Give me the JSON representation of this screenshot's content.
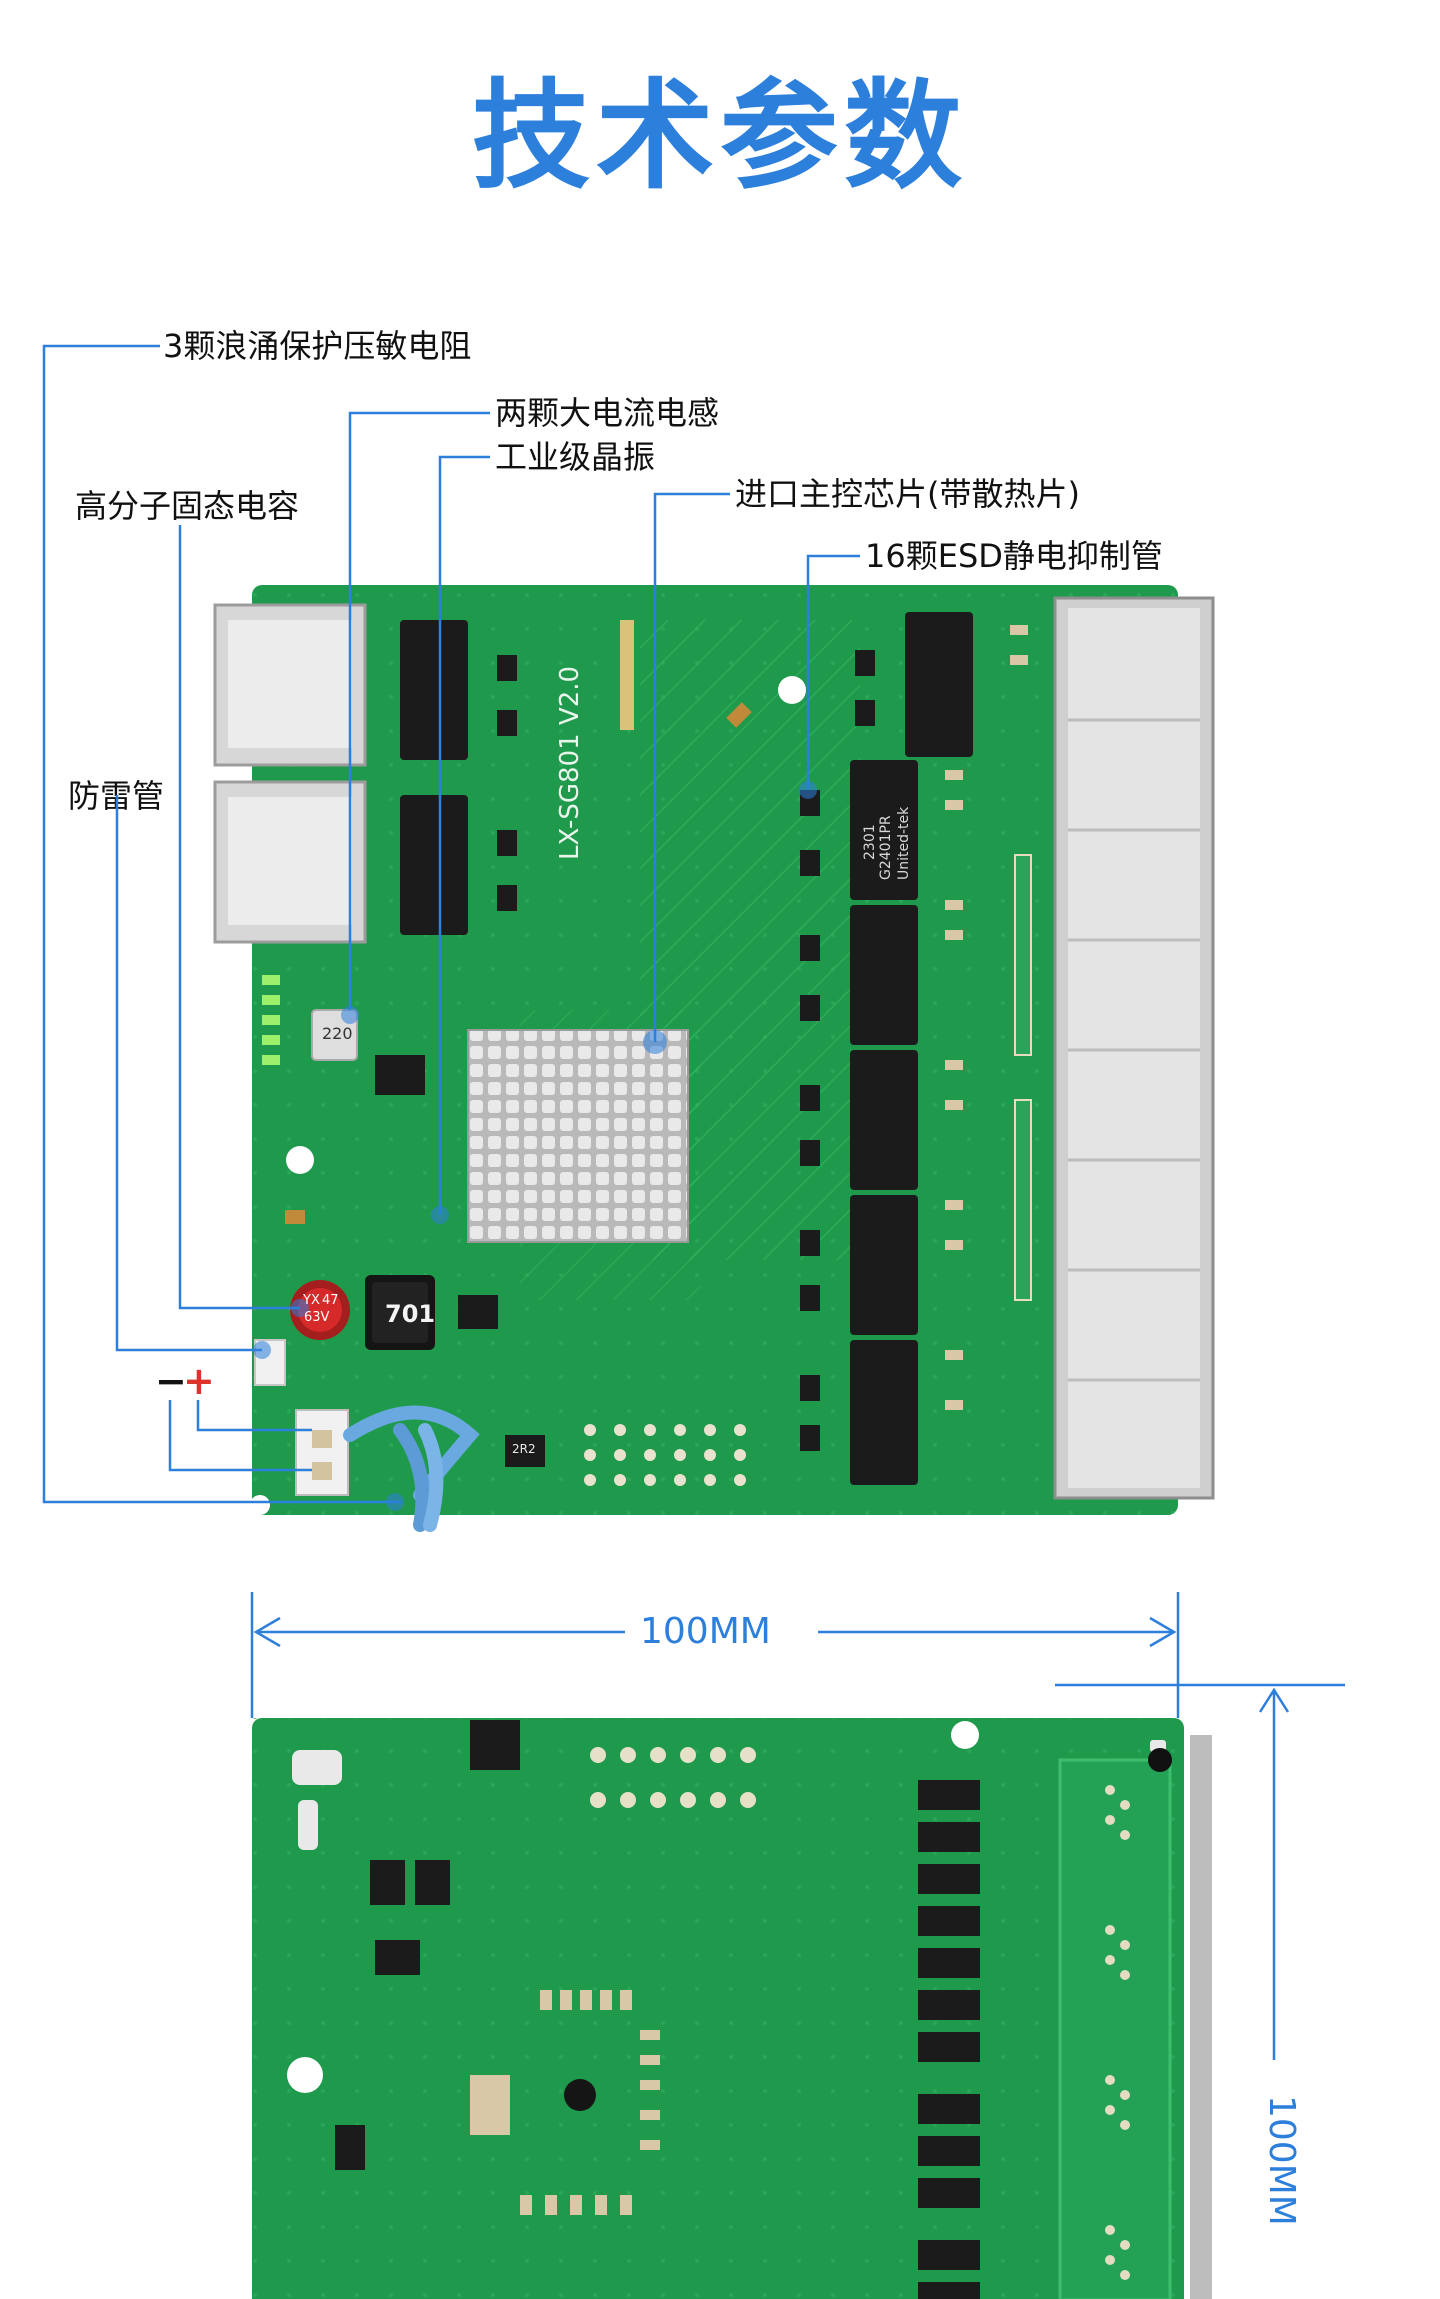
{
  "page_title": "技术参数",
  "colors": {
    "title": "#2d7fdc",
    "callout_line": "#2d7fdc",
    "pcb_green": "#1f9a4c",
    "pcb_trace": "#36b463",
    "chip_black": "#1b1b1b",
    "heatsink": "#c8c8c8"
  },
  "callouts": {
    "varistor": "3颗浪涌保护压敏电阻",
    "inductor": "两颗大电流电感",
    "crystal": "工业级晶振",
    "main_chip": "进口主控芯片(带散热片)",
    "esd": "16颗ESD静电抑制管",
    "capacitor": "高分子固态电容",
    "lightning": "防雷管"
  },
  "polarity": {
    "minus": "−",
    "plus": "+"
  },
  "board_top": {
    "model": "LX-SG801  V2.0",
    "transformer_brand": "United-tek",
    "transformer_part": "G2401PR",
    "transformer_date": "2301",
    "cap_marking": [
      "YX",
      "47",
      "63V"
    ],
    "inductor_marking": "701",
    "small_inductor_marking": "220",
    "crystal_marking": "2R2"
  },
  "dimensions": {
    "width": "100MM",
    "height": "100MM"
  }
}
